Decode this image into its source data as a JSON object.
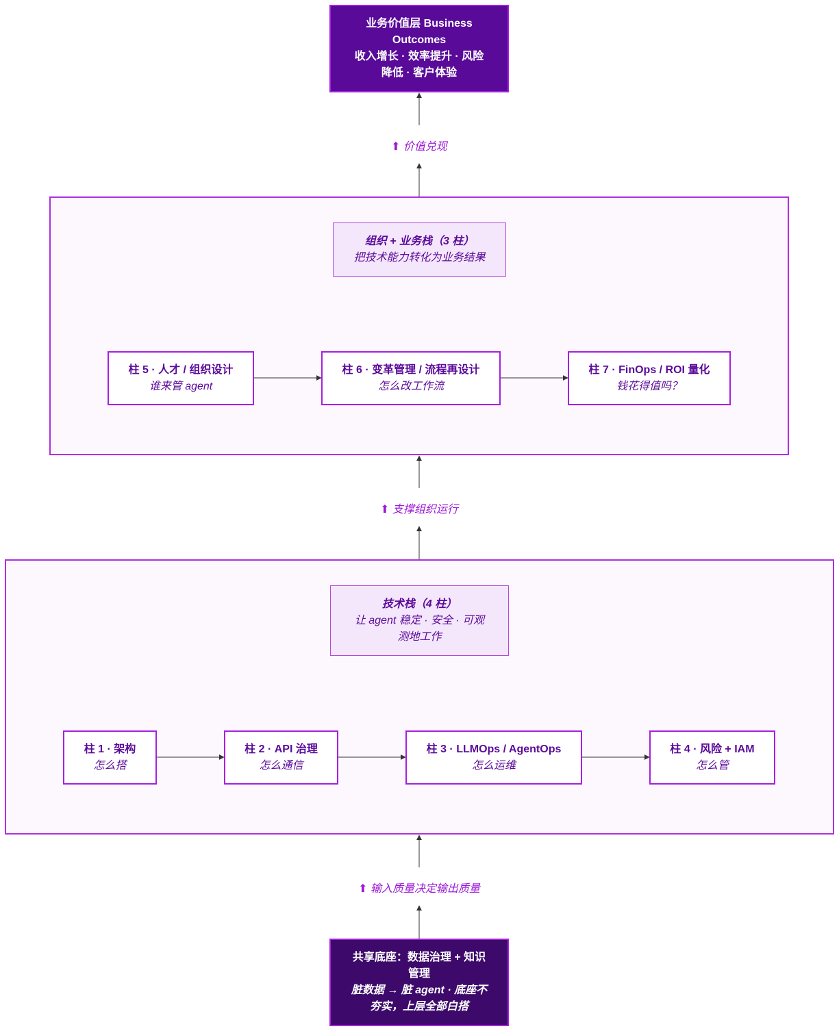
{
  "top": {
    "line1": "业务价值层 Business",
    "line2": "Outcomes",
    "line3": "收入增长 · 效率提升 · 风险",
    "line4": "降低 · 客户体验"
  },
  "edge_labels": {
    "value": "⬆ 价值兑现",
    "support": "⬆ 支撑组织运行",
    "input": "⬆ 输入质量决定输出质量"
  },
  "org_stack": {
    "header_title": "组织 + 业务栈（3 柱）",
    "header_sub": "把技术能力转化为业务结果",
    "pillars": [
      {
        "title": "柱 5 · 人才 / 组织设计",
        "sub": "谁来管 agent"
      },
      {
        "title": "柱 6 · 变革管理 / 流程再设计",
        "sub": "怎么改工作流"
      },
      {
        "title": "柱 7 · FinOps / ROI 量化",
        "sub": "钱花得值吗？"
      }
    ]
  },
  "tech_stack": {
    "header_title": "技术栈（4 柱）",
    "header_sub1": "让 agent 稳定 · 安全 · 可观",
    "header_sub2": "测地工作",
    "pillars": [
      {
        "title": "柱 1 · 架构",
        "sub": "怎么搭"
      },
      {
        "title": "柱 2 · API 治理",
        "sub": "怎么通信"
      },
      {
        "title": "柱 3 · LLMOps / AgentOps",
        "sub": "怎么运维"
      },
      {
        "title": "柱 4 · 风险 + IAM",
        "sub": "怎么管"
      }
    ]
  },
  "base": {
    "line1": "共享底座：数据治理 + 知识",
    "line2": "管理",
    "line3": "脏数据 → 脏 agent · 底座不",
    "line4": "夯实，上层全部白搭"
  },
  "colors": {
    "top_fill": "#5a0a99",
    "base_fill": "#3d0a6b",
    "accent_border": "#a61fe0",
    "group_fill": "#fcf8fd",
    "header_fill": "#f4e6fb",
    "label_text": "#9b17d6"
  }
}
